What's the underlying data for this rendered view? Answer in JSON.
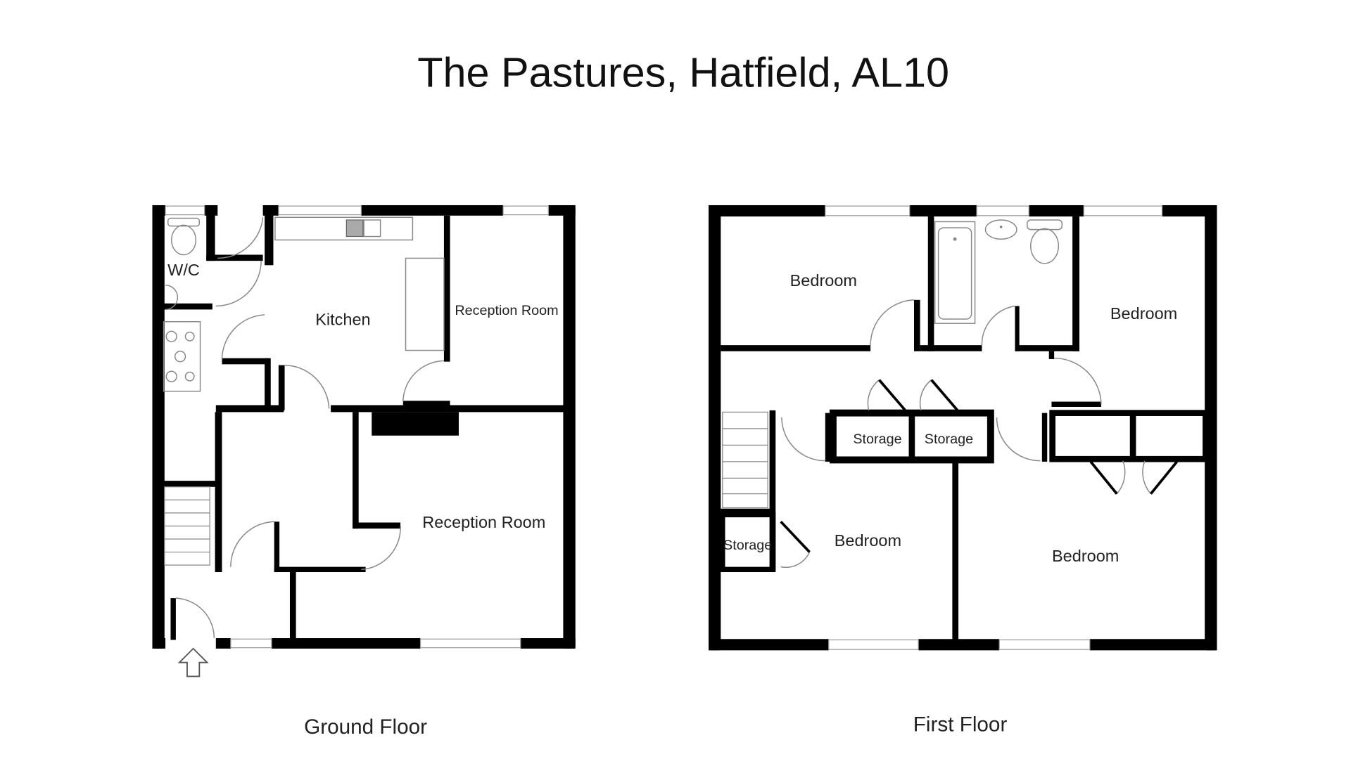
{
  "title": "The Pastures, Hatfield, AL10",
  "ground_floor": {
    "label": "Ground Floor",
    "rooms": {
      "wc": "W/C",
      "kitchen": "Kitchen",
      "reception_small": "Reception Room",
      "reception_large": "Reception Room"
    },
    "entrance_icon": "arrow-up-icon"
  },
  "first_floor": {
    "label": "First Floor",
    "rooms": {
      "bedroom_top_left": "Bedroom",
      "bedroom_top_right": "Bedroom",
      "bedroom_bottom_left": "Bedroom",
      "bedroom_bottom_right": "Bedroom",
      "storage_1": "Storage",
      "storage_2": "Storage",
      "storage_3": "Storage"
    }
  }
}
